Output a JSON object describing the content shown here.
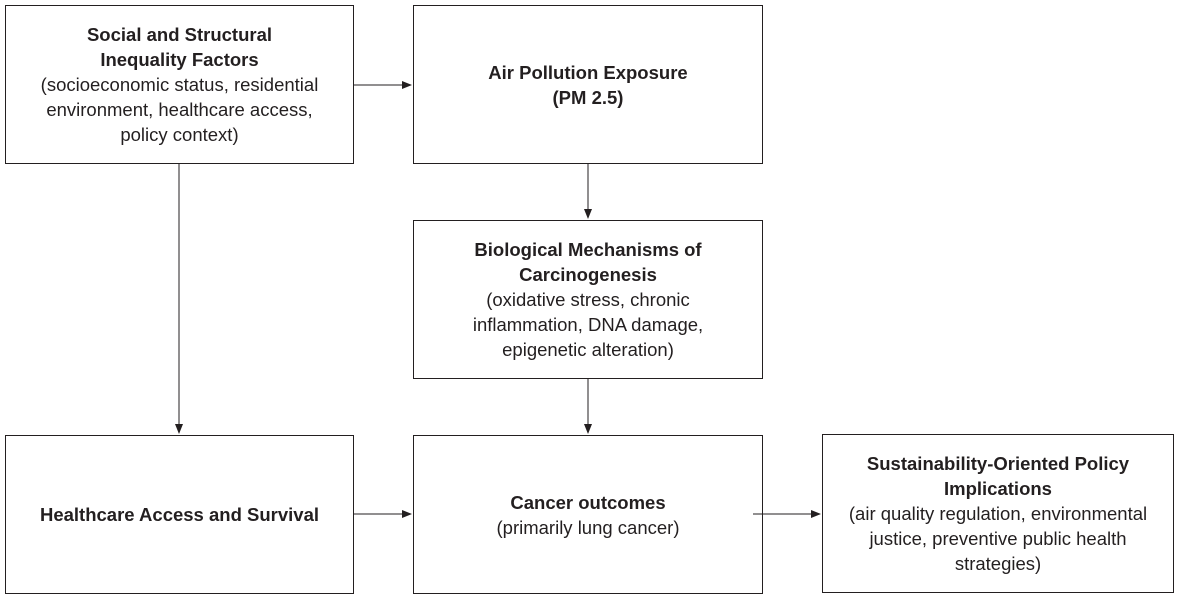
{
  "boxes": {
    "social": {
      "title": "Social and Structural\nInequality Factors",
      "desc": "(socioeconomic status, residential\nenvironment, healthcare access,\npolicy context)"
    },
    "air": {
      "title": "Air Pollution Exposure\n(PM 2.5)"
    },
    "bio": {
      "title": "Biological Mechanisms of\nCarcinogenesis",
      "desc": "(oxidative stress, chronic\ninflammation, DNA damage,\nepigenetic alteration)"
    },
    "healthcare": {
      "title": "Healthcare Access and Survival"
    },
    "cancer": {
      "title": "Cancer outcomes",
      "desc": "(primarily lung cancer)"
    },
    "policy": {
      "title": "Sustainability-Oriented Policy\nImplications",
      "desc": "(air quality regulation, environmental\njustice, preventive public health\nstrategies)"
    }
  },
  "connections": [
    {
      "from": "social",
      "to": "air"
    },
    {
      "from": "air",
      "to": "bio"
    },
    {
      "from": "social",
      "to": "healthcare"
    },
    {
      "from": "bio",
      "to": "cancer"
    },
    {
      "from": "healthcare",
      "to": "cancer"
    },
    {
      "from": "cancer",
      "to": "policy"
    }
  ],
  "colors": {
    "stroke": "#231f20"
  }
}
